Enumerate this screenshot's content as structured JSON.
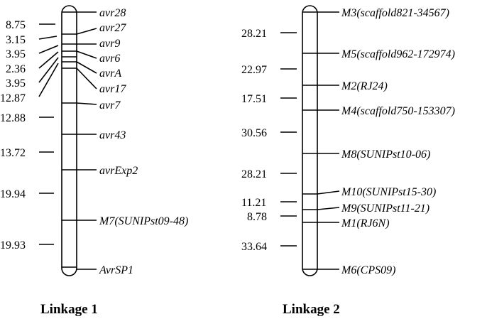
{
  "linkages": [
    {
      "title": "Linkage 1",
      "distances": [
        "8.75",
        "3.15",
        "3.95",
        "2.36",
        "3.95",
        "12.87",
        "12.88",
        "13.72",
        "19.94",
        "19.93"
      ],
      "markers": [
        "avr28",
        "avr27",
        "avr9",
        "avr6",
        "avrA",
        "avr17",
        "avr7",
        "avr43",
        "avrExp2",
        "M7(SUNIPst09-48)",
        "AvrSP1"
      ]
    },
    {
      "title": "Linkage 2",
      "distances": [
        "28.21",
        "22.97",
        "17.51",
        "30.56",
        "28.21",
        "11.21",
        "8.78",
        "33.64"
      ],
      "markers": [
        "M3(scaffold821-34567)",
        "M5(scaffold962-172974)",
        "M2(RJ24)",
        "M4(scaffold750-153307)",
        "M8(SUNIPst10-06)",
        "M10(SUNIPst15-30)",
        "M9(SUNIPst11-21)",
        "M1(RJ6N)",
        "M6(CPS09)"
      ]
    }
  ]
}
